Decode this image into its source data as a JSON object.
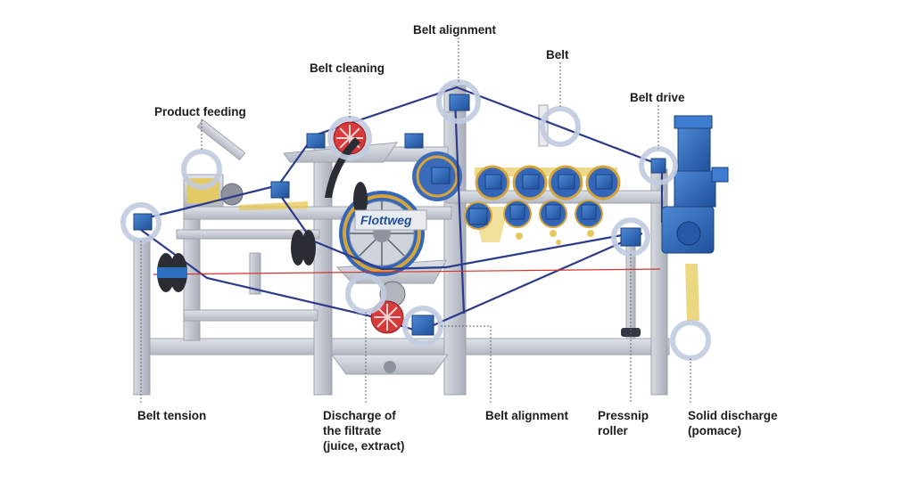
{
  "brand": {
    "logo_text": "Flottweg"
  },
  "labels": {
    "belt_alignment_top": "Belt alignment",
    "belt": "Belt",
    "belt_cleaning": "Belt cleaning",
    "belt_drive": "Belt drive",
    "product_feeding": "Product feeding",
    "belt_tension": "Belt tension",
    "discharge_filtrate": "Discharge of\nthe filtrate\n(juice, extract)",
    "belt_alignment_bottom": "Belt alignment",
    "pressnip_roller": "Pressnip\nroller",
    "solid_discharge": "Solid discharge\n(pomace)"
  },
  "colors": {
    "frame": "#c9ccd3",
    "frame_dark": "#9ea3ad",
    "belt": "#2c3a8c",
    "bearing": "#2f6fc0",
    "motor": "#2d62b8",
    "red_wheel": "#d63a3a",
    "product": "#e7c95a",
    "highlight_ring": "#c2cce0",
    "leader": "#666666"
  }
}
